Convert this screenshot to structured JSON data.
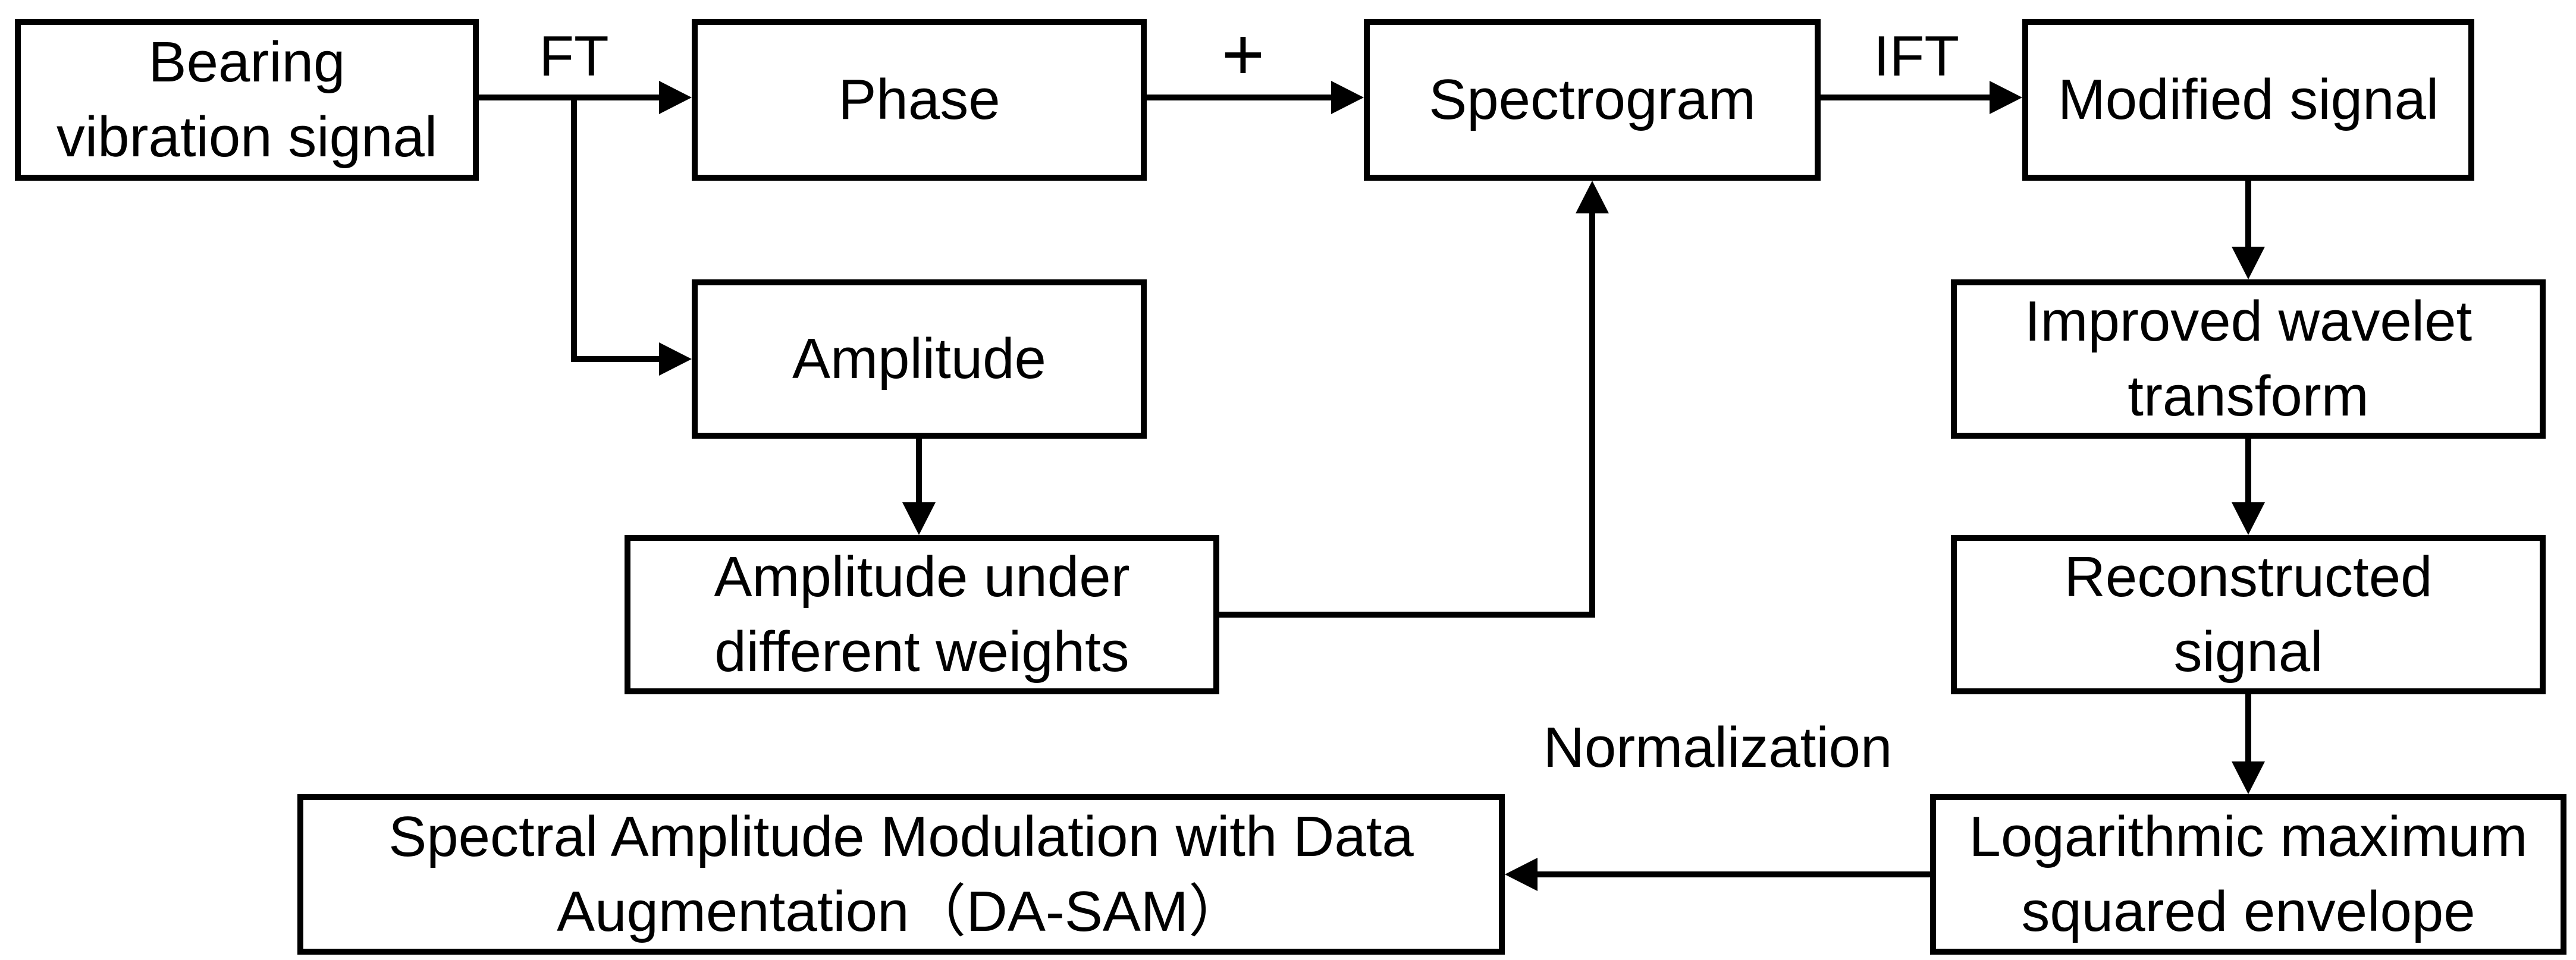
{
  "colors": {
    "ink": "#000000",
    "background": "#ffffff"
  },
  "boxes": {
    "bearing": "Bearing\nvibration signal",
    "phase": "Phase",
    "spectrogram": "Spectrogram",
    "modified_signal": "Modified signal",
    "amplitude": "Amplitude",
    "amplitude_weights": "Amplitude under\ndifferent weights",
    "improved_wavelet": "Improved wavelet\ntransform",
    "reconstructed_signal": "Reconstructed\nsignal",
    "log_envelope": "Logarithmic maximum\nsquared envelope",
    "da_sam": "Spectral Amplitude Modulation with Data\nAugmentation（DA-SAM）"
  },
  "edge_labels": {
    "ft": "FT",
    "plus": "+",
    "ift": "IFT",
    "normalization": "Normalization"
  }
}
